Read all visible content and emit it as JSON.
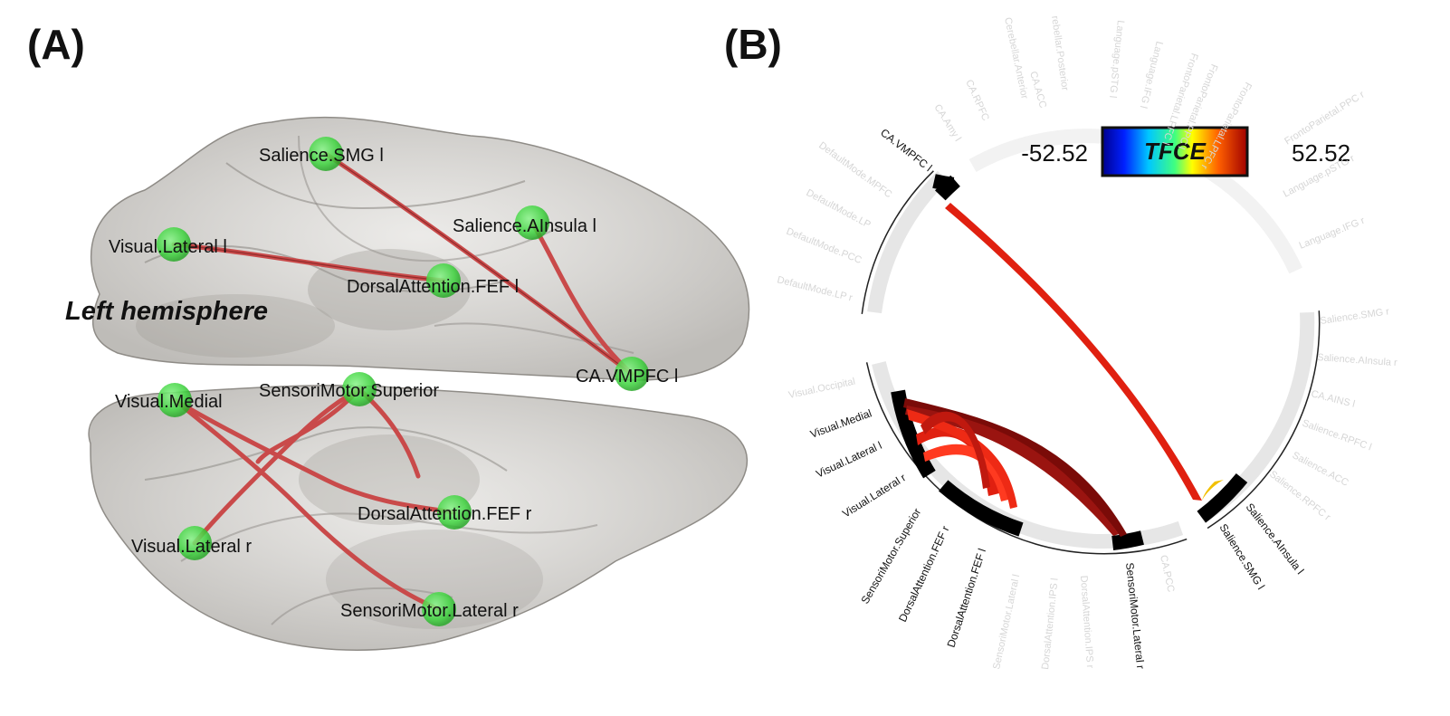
{
  "panel_a": {
    "letter": "(A)",
    "hemisphere_label": "Left hemisphere",
    "nodes": {
      "salience_smg_l": "Salience.SMG l",
      "salience_ainsula_l": "Salience.AInsula l",
      "visual_lateral_l": "Visual.Lateral l",
      "dorsal_attention_fef_l": "DorsalAttention.FEF l",
      "ca_vmpfc_l": "CA.VMPFC l",
      "visual_medial": "Visual.Medial",
      "sensorimotor_superior": "SensoriMotor.Superior",
      "dorsal_attention_fef_r": "DorsalAttention.FEF r",
      "visual_lateral_r": "Visual.Lateral r",
      "sensorimotor_lateral_r": "SensoriMotor.Lateral r"
    },
    "colors": {
      "node": "#3ed43e",
      "edge": "#c94a4a",
      "brain": "#b8b5b0"
    }
  },
  "panel_b": {
    "letter": "(B)",
    "colorbar": {
      "label": "TFCE",
      "min": "-52.52",
      "max": "52.52"
    },
    "active_labels": {
      "ca_vmpfc_l": "CA.VMPFC l",
      "visual_medial": "Visual.Medial",
      "visual_lateral_l": "Visual.Lateral l",
      "visual_lateral_r": "Visual.Lateral r",
      "sensorimotor_superior": "SensoriMotor.Superior",
      "dorsal_attention_fef_r": "DorsalAttention.FEF r",
      "dorsal_attention_fef_l": "DorsalAttention.FEF l",
      "sensorimotor_lateral_r": "SensoriMotor.Lateral r",
      "salience_smg_l": "Salience.SMG l",
      "salience_ainsula_l": "Salience.AInsula l"
    },
    "faded_labels": [
      "Cerebellar.Anterior",
      "rebellar.Posterior",
      "Language.pSTG l",
      "Language.IFG l",
      "FrontoParietal.LPFC l",
      "FrontoParietal.PPC l",
      "FrontoParietal.LPFC r",
      "FrontoParietal.PPC r",
      "Language.pSTG r",
      "Language.IFG r",
      "CA.ACC",
      "CA.RPFC",
      "CA.Amy l",
      "DefaultMode.MPFC",
      "DefaultMode.LP",
      "DefaultMode.PCC",
      "DefaultMode.LP r",
      "Salience.SMG r",
      "Salience.AInsula r",
      "CA.AINS l",
      "Salience.RPFC l",
      "Salience.ACC",
      "Salience.RPFC r",
      "Visual.Occipital",
      "SensoriMotor.Lateral l",
      "DorsalAttention.IPS l",
      "DorsalAttention.IPS r",
      "CA.PCC"
    ],
    "colors": {
      "chord_main": "#e02010",
      "chord_dark": "#8b0d0a",
      "segment_active": "#000000",
      "segment_inactive": "#e6e6e6"
    }
  }
}
